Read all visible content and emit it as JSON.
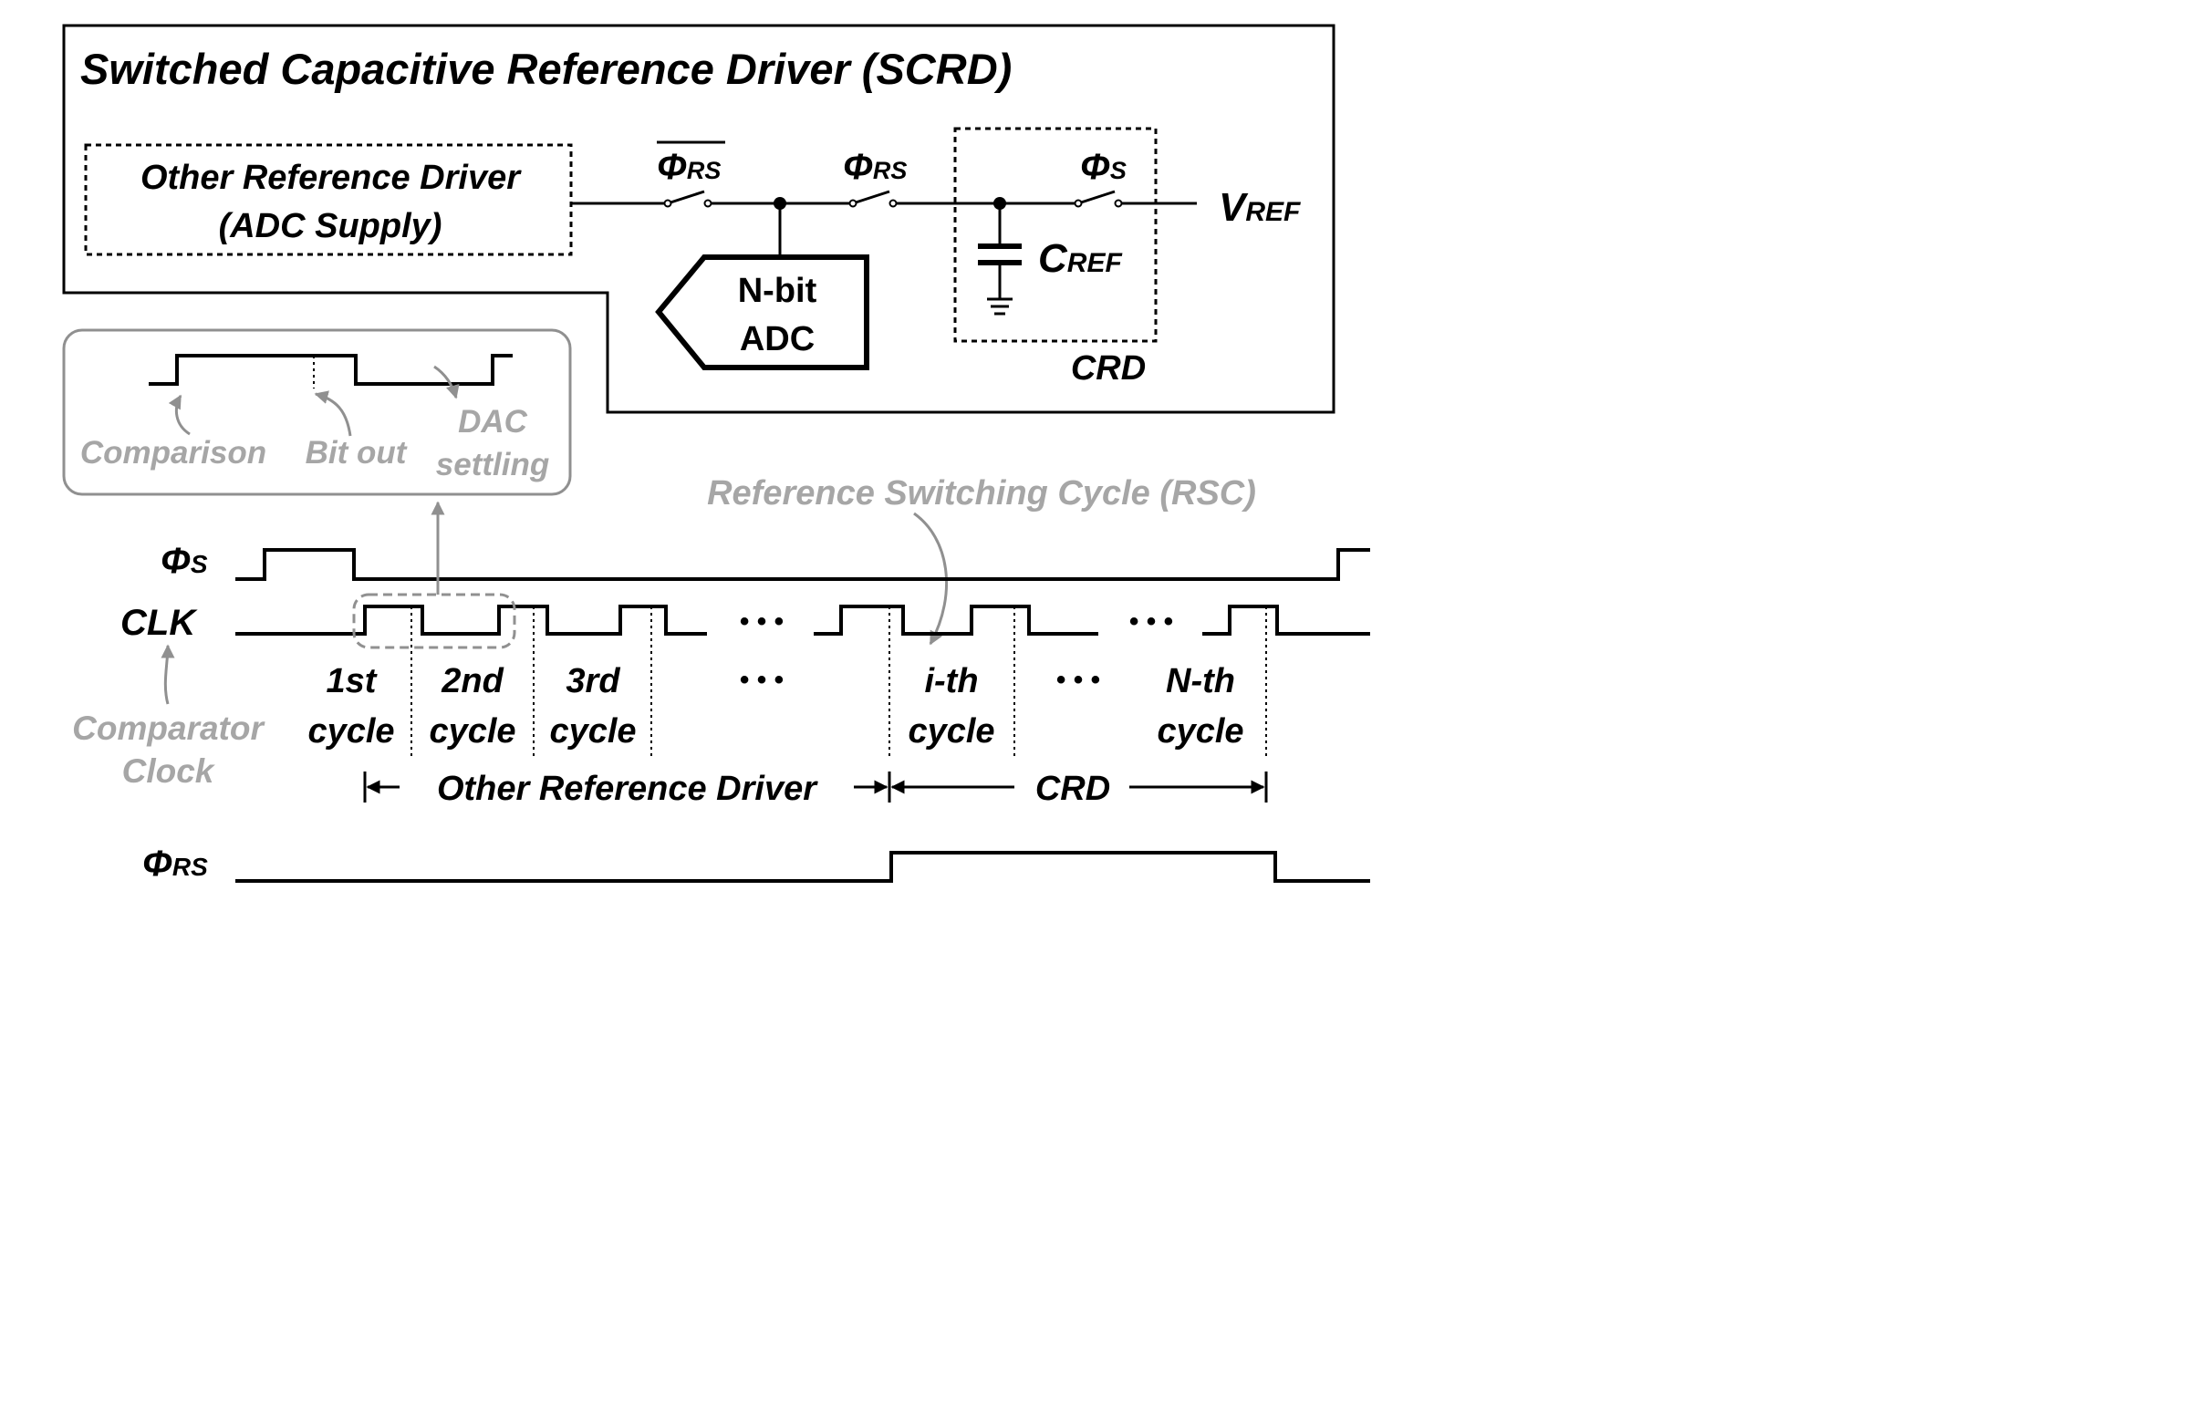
{
  "scrd": {
    "title": "Switched Capacitive Reference Driver (SCRD)",
    "other_driver_line1": "Other Reference Driver",
    "other_driver_line2": "(ADC Supply)",
    "phi_rs_bar_symbol": "Φ",
    "phi_rs_bar_sub": "RS",
    "phi_rs_symbol": "Φ",
    "phi_rs_sub": "RS",
    "phi_s_symbol": "Φ",
    "phi_s_sub": "S",
    "vref_symbol": "V",
    "vref_sub": "REF",
    "cref_symbol": "C",
    "cref_sub": "REF",
    "adc_line1": "N-bit",
    "adc_line2": "ADC",
    "crd_label": "CRD"
  },
  "inset": {
    "comparison": "Comparison",
    "bit_out": "Bit out",
    "dac_line1": "DAC",
    "dac_line2": "settling"
  },
  "timing": {
    "rsc_label": "Reference Switching Cycle (RSC)",
    "sig_phi_s_symbol": "Φ",
    "sig_phi_s_sub": "S",
    "sig_clk": "CLK",
    "sig_phi_rs_symbol": "Φ",
    "sig_phi_rs_sub": "RS",
    "comp_clock_line1": "Comparator",
    "comp_clock_line2": "Clock",
    "ellipsis": "• • •",
    "cycles": [
      {
        "top": "1st",
        "bottom": "cycle"
      },
      {
        "top": "2nd",
        "bottom": "cycle"
      },
      {
        "top": "3rd",
        "bottom": "cycle"
      },
      {
        "top": "i-th",
        "bottom": "cycle"
      },
      {
        "top": "N-th",
        "bottom": "cycle"
      }
    ],
    "span_other": "Other Reference Driver",
    "span_crd": "CRD"
  },
  "colors": {
    "primary": "#000000",
    "annotation_gray": "#a6a6a6",
    "background": "#ffffff"
  }
}
